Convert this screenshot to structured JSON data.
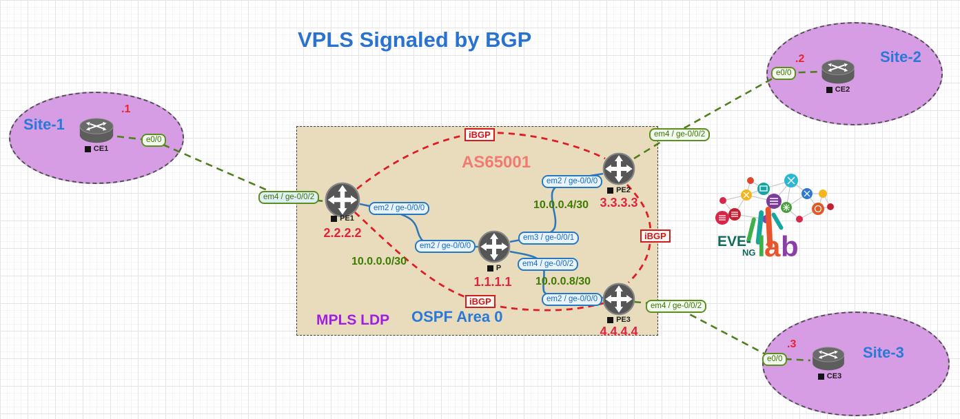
{
  "title": "VPLS Signaled by BGP",
  "sites": [
    {
      "name": "Site-1",
      "router": "CE1",
      "suffix": ".1",
      "port": "e0/0"
    },
    {
      "name": "Site-2",
      "router": "CE2",
      "suffix": ".2",
      "port": "e0/0"
    },
    {
      "name": "Site-3",
      "router": "CE3",
      "suffix": ".3",
      "port": "e0/0"
    }
  ],
  "core": {
    "routers": [
      {
        "name": "PE1",
        "loopback": "2.2.2.2"
      },
      {
        "name": "P",
        "loopback": "1.1.1.1"
      },
      {
        "name": "PE2",
        "loopback": "3.3.3.3"
      },
      {
        "name": "PE3",
        "loopback": "4.4.4.4"
      }
    ]
  },
  "labels": {
    "as": "AS65001",
    "mpls": "MPLS LDP",
    "ospf": "OSPF Area 0",
    "ibgp": "iBGP"
  },
  "pills": {
    "pe1_access": "em4 / ge-0/0/2",
    "pe2_access": "em4 / ge-0/0/2",
    "pe3_access": "em4 / ge-0/0/2",
    "pe1_p_a": "em2 / ge-0/0/0",
    "pe1_p_b": "em2 / ge-0/0/0",
    "p_pe2_a": "em3 / ge-0/0/1",
    "p_pe2_b": "em2 / ge-0/0/0",
    "p_pe3_a": "em4 / ge-0/0/2",
    "p_pe3_b": "em2 / ge-0/0/0"
  },
  "subnets": {
    "pe1_p": "10.0.0.0/30",
    "p_pe2": "10.0.0.4/30",
    "p_pe3": "10.0.0.8/30"
  },
  "logo": {
    "eve": "EVE-",
    "ng": "NG",
    "l": "l",
    "a": "a",
    "b": "b"
  },
  "colors": {
    "title_blue": "#2a72cf",
    "site_purple": "#d69ce4",
    "core_tan": "#e9dcbc",
    "ibgp_red": "#cf1d1d",
    "link_green": "#4e7f1a",
    "link_blue": "#2e78b8",
    "loopback_red": "#dc2445",
    "subnet_green": "#3d7a00",
    "as_salmon": "#ef7b72",
    "mpls_purple": "#a020e0"
  }
}
